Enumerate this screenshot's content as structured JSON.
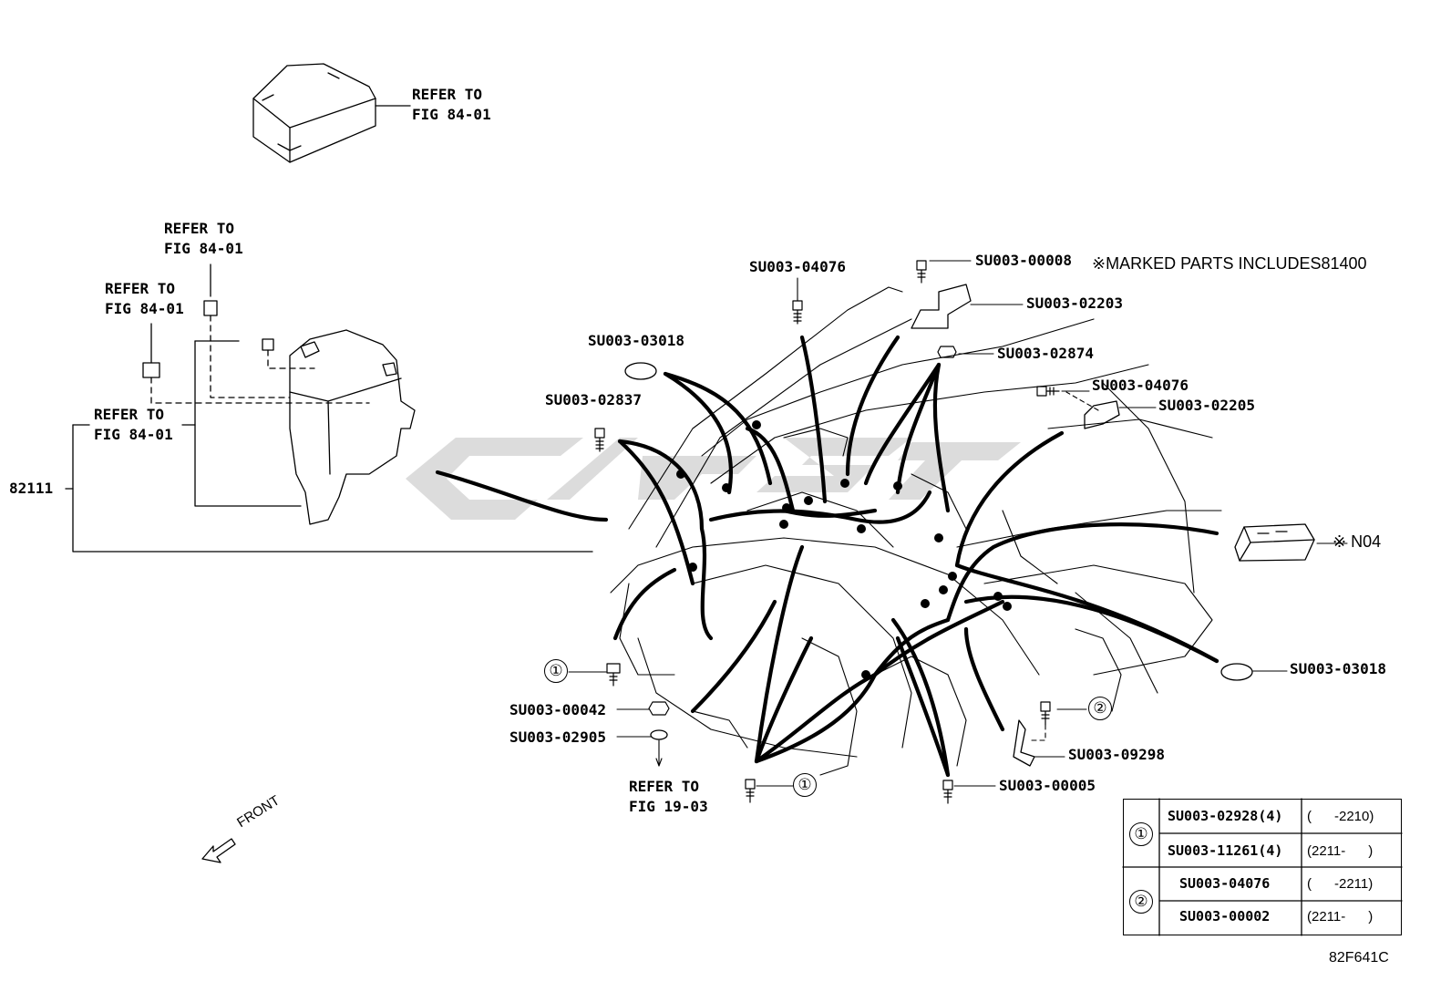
{
  "labels": {
    "refer_top": "REFER TO",
    "fig_top": "FIG 84-01",
    "refer_relay": "REFER TO",
    "fig_relay": "FIG 84-01",
    "refer_block": "REFER TO",
    "fig_block": "FIG 84-01",
    "refer_fuse": "REFER TO",
    "fig_fuse": "FIG 84-01",
    "refer_bottom": "REFER TO",
    "fig_bottom": "FIG 19-03",
    "part_main": "82111",
    "marked_note": "※MARKED PARTS INCLUDES81400",
    "n04": "※ N04",
    "front": "FRONT",
    "figure_code": "82F641C"
  },
  "callouts": [
    {
      "code": "SU003-04076"
    },
    {
      "code": "SU003-00008"
    },
    {
      "code": "SU003-02203"
    },
    {
      "code": "SU003-03018"
    },
    {
      "code": "SU003-02874"
    },
    {
      "code": "SU003-04076"
    },
    {
      "code": "SU003-02837"
    },
    {
      "code": "SU003-02205"
    },
    {
      "code": "SU003-03018"
    },
    {
      "code": "SU003-00042"
    },
    {
      "code": "SU003-02905"
    },
    {
      "code": "SU003-09298"
    },
    {
      "code": "SU003-00005"
    }
  ],
  "markers": [
    "①",
    "②",
    "①"
  ],
  "table": {
    "rows": [
      {
        "marker": "①",
        "parts": [
          {
            "code": "SU003-02928(4)",
            "range": "(      -2210)"
          },
          {
            "code": "SU003-11261(4)",
            "range": "(2211-      )"
          }
        ]
      },
      {
        "marker": "②",
        "parts": [
          {
            "code": "SU003-04076",
            "range": "(      -2211)"
          },
          {
            "code": "SU003-00002",
            "range": "(2211-      )"
          }
        ]
      }
    ]
  }
}
